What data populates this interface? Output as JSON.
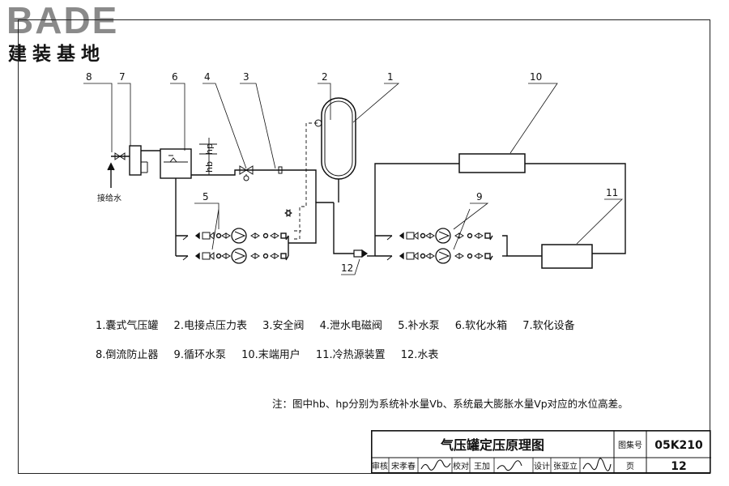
{
  "logo": {
    "brand": "BADE",
    "brand_cn": "建装基地"
  },
  "callouts": [
    "1",
    "2",
    "3",
    "4",
    "5",
    "6",
    "7",
    "8",
    "9",
    "10",
    "11",
    "12"
  ],
  "labels": {
    "water_supply": "接给水",
    "hp": "hp",
    "hb": "hb"
  },
  "legend": {
    "row1": [
      "1.囊式气压罐",
      "2.电接点压力表",
      "3.安全阀",
      "4.泄水电磁阀",
      "5.补水泵",
      "6.软化水箱",
      "7.软化设备"
    ],
    "row2": [
      "8.倒流防止器",
      "9.循环水泵",
      "10.末端用户",
      "11.冷热源装置",
      "12.水表"
    ]
  },
  "note": "注：图中hb、hp分别为系统补水量Vb、系统最大膨胀水量Vp对应的水位高差。",
  "title_block": {
    "title": "气压罐定压原理图",
    "atlas_label": "图集号",
    "atlas_no": "05K210",
    "review_label": "审核",
    "reviewer": "宋孝春",
    "check_label": "校对",
    "checker": "王加",
    "design_label": "设计",
    "designer": "张亚立",
    "page_label": "页",
    "page_no": "12"
  }
}
